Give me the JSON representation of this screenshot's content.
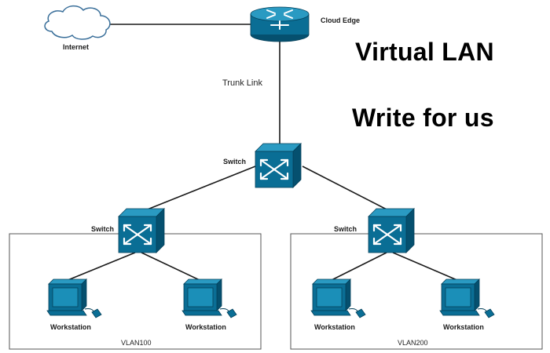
{
  "internet": {
    "label": "Internet"
  },
  "router": {
    "label": "Cloud Edge"
  },
  "trunk_link": {
    "label": "Trunk Link"
  },
  "core_switch": {
    "label": "Switch"
  },
  "left_switch": {
    "label": "Switch"
  },
  "right_switch": {
    "label": "Switch"
  },
  "left_group": {
    "vlan_label": "VLAN100",
    "workstations": [
      {
        "label": "Workstation"
      },
      {
        "label": "Workstation"
      }
    ]
  },
  "right_group": {
    "vlan_label": "VLAN200",
    "workstations": [
      {
        "label": "Workstation"
      },
      {
        "label": "Workstation"
      }
    ]
  },
  "heading": {
    "line1": "Virtual LAN",
    "line2": "Write for us"
  },
  "colors": {
    "device_blue": "#0a6e95",
    "device_dark": "#04405a",
    "line": "#1a1a1a",
    "cloud_stroke": "#3a6f9a"
  }
}
